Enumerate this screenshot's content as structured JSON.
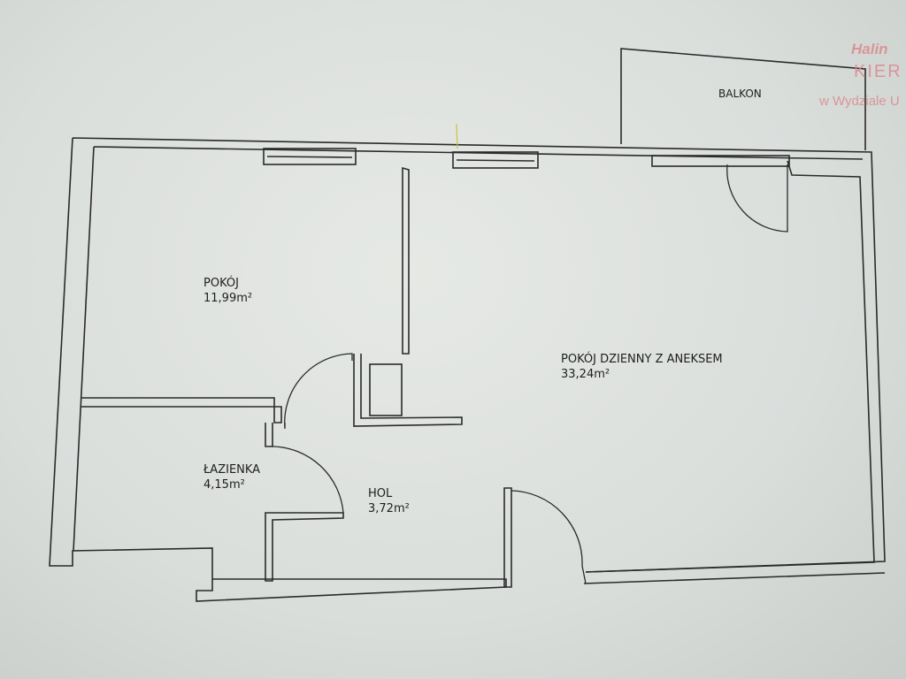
{
  "rooms": [
    {
      "name": "POKÓJ",
      "area": "11,99m²"
    },
    {
      "name": "POKÓJ DZIENNY Z ANEKSEM",
      "area": "33,24m²"
    },
    {
      "name": "ŁAZIENKA",
      "area": "4,15m²"
    },
    {
      "name": "HOL",
      "area": "3,72m²"
    }
  ],
  "balcony": {
    "name": "BALKON"
  },
  "stamp": {
    "line1": "Halin",
    "line2": "KIER",
    "line3": "w Wydziale U"
  },
  "colors": {
    "wall": "#2a2a2a",
    "stamp": "#d98a8f",
    "paper": "#e2e5e1"
  }
}
